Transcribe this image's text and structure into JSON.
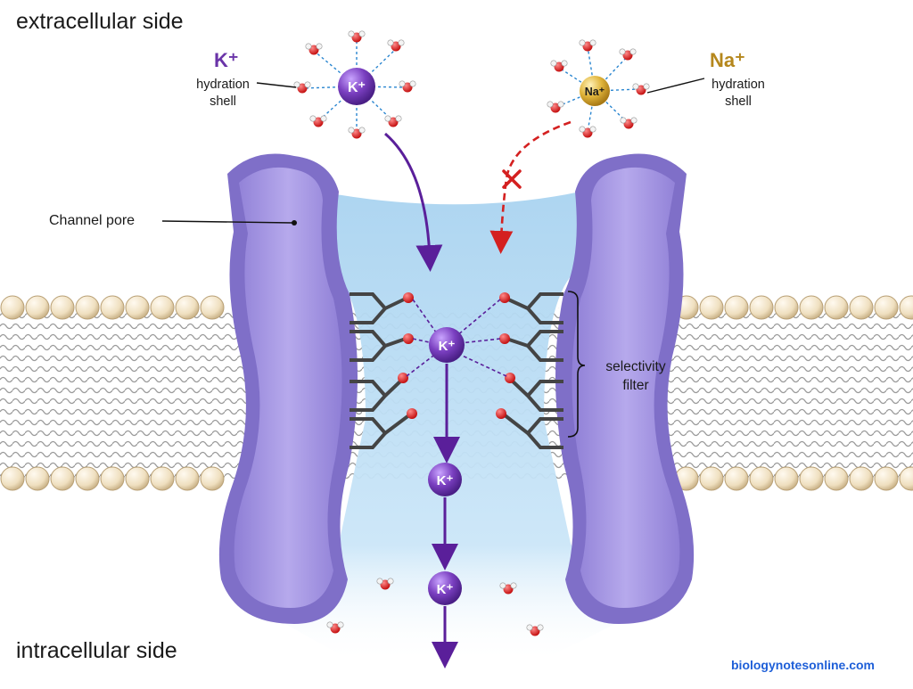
{
  "labels": {
    "extracellular": "extracellular side",
    "intracellular": "intracellular side",
    "k_ion_title": "K⁺",
    "k_shell": "hydration shell",
    "na_ion_title": "Na⁺",
    "na_shell": "hydration shell",
    "channel_pore": "Channel pore",
    "selectivity_filter": "selectivity filter",
    "watermark": "biologynotesonline.com"
  },
  "ions": {
    "k_symbol": "K⁺",
    "na_symbol": "Na⁺"
  },
  "colors": {
    "potassium": "#7a3fc0",
    "sodium": "#e0b43a",
    "protein": "#a99ae0",
    "water_channel": "#bfe0f5",
    "lipid_head": "#f2e4c4",
    "oxygen": "#e02020",
    "blocked_path": "#d42020",
    "watermark": "#1e5fd8"
  }
}
